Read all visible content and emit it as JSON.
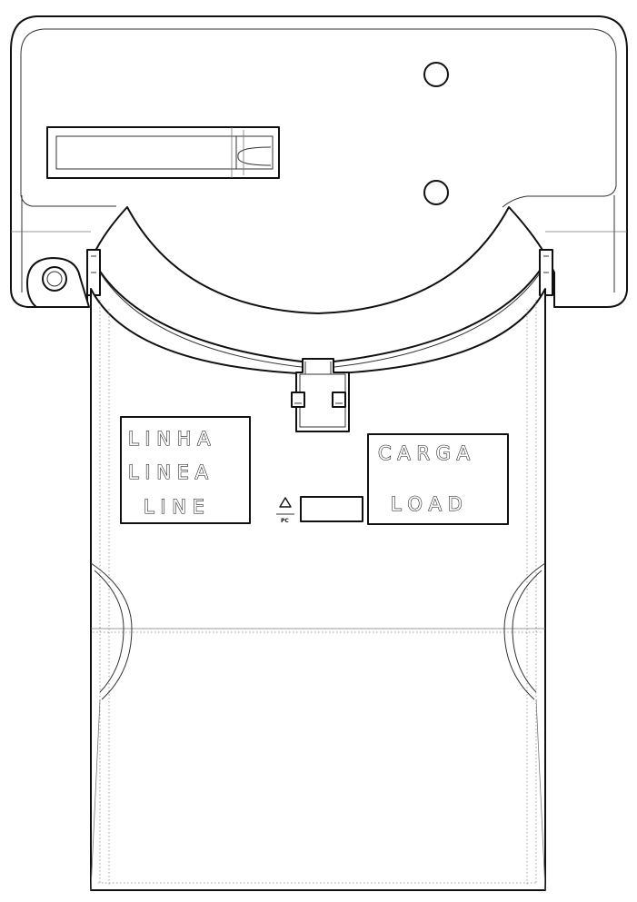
{
  "labels": {
    "line_box": [
      "L I N H A",
      "L I N E A",
      "L I N E"
    ],
    "load_box": [
      "C A R G A",
      "L O A D"
    ],
    "recycle_code": "PC"
  },
  "icons": {
    "latch": "latch-icon",
    "screw_hole": "screw-hole-icon",
    "mount_hole": "mount-hole-icon",
    "recycle": "recycle-icon",
    "clip": "clip-icon"
  }
}
